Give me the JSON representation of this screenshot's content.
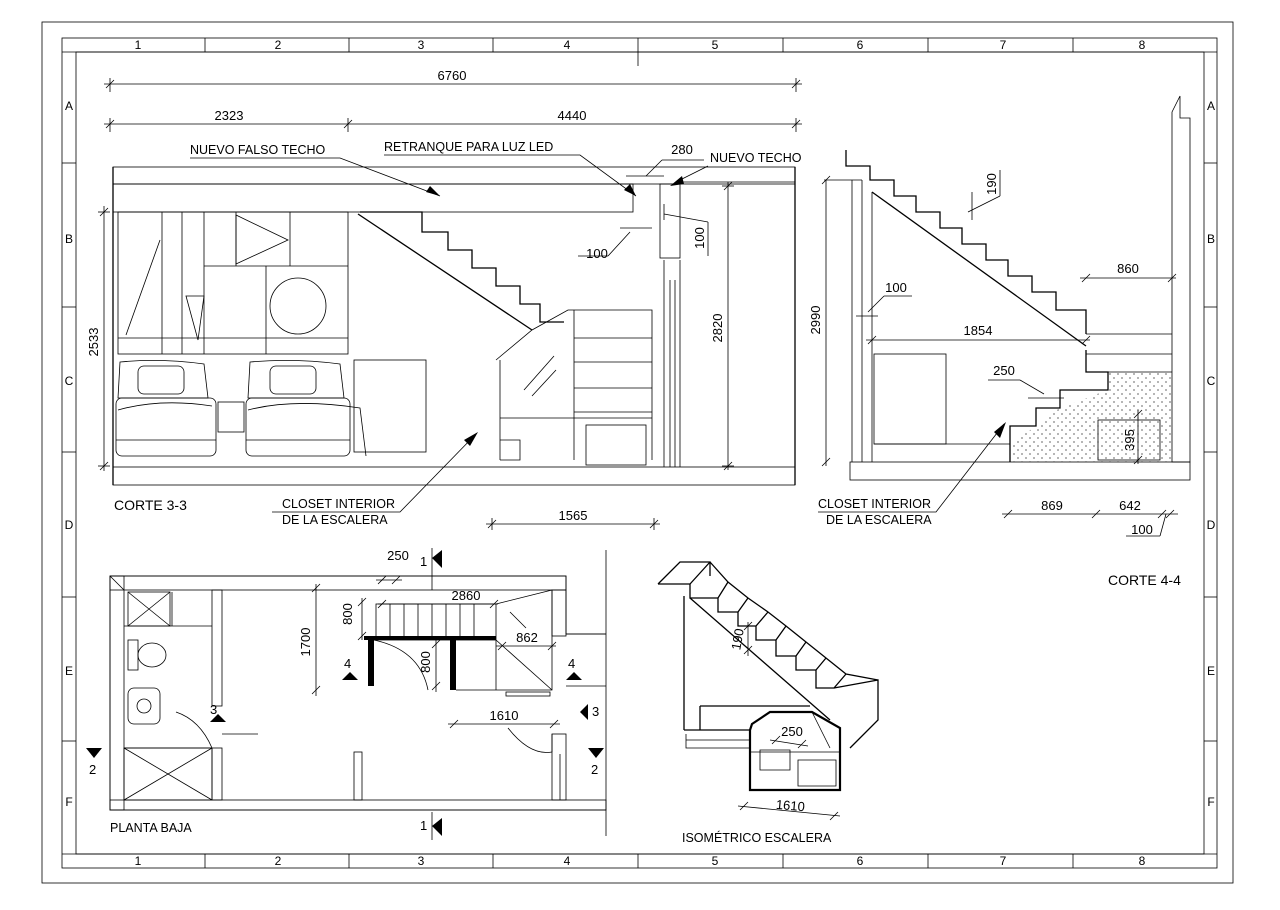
{
  "grid": {
    "columns": [
      "1",
      "2",
      "3",
      "4",
      "5",
      "6",
      "7",
      "8"
    ],
    "rows": [
      "A",
      "B",
      "C",
      "D",
      "E",
      "F"
    ]
  },
  "corte33": {
    "title": "CORTE 3-3",
    "dim_total": "6760",
    "dim_left": "2323",
    "dim_right": "4440",
    "dim_280": "280",
    "dim_100a": "100",
    "dim_100b": "100",
    "dim_height_left": "2533",
    "dim_height_right": "2820",
    "dim_bottom": "1565",
    "label_falso_techo": "NUEVO FALSO TECHO",
    "label_retranque": "RETRANQUE PARA LUZ LED",
    "label_nuevo_techo": "NUEVO TECHO",
    "label_closet_1": "CLOSET INTERIOR",
    "label_closet_2": "DE LA ESCALERA"
  },
  "corte44": {
    "title": "CORTE 4-4",
    "dim_190": "190",
    "dim_860": "860",
    "dim_100a": "100",
    "dim_2990": "2990",
    "dim_1854": "1854",
    "dim_250": "250",
    "dim_395": "395",
    "dim_869": "869",
    "dim_642": "642",
    "dim_100b": "100",
    "label_closet_1": "CLOSET INTERIOR",
    "label_closet_2": "DE LA ESCALERA"
  },
  "planta": {
    "title": "PLANTA BAJA",
    "dim_250": "250",
    "dim_2860": "2860",
    "dim_800a": "800",
    "dim_1700": "1700",
    "dim_862": "862",
    "dim_800b": "800",
    "dim_1610": "1610",
    "marker_1": "1",
    "marker_2": "2",
    "marker_3": "3",
    "marker_4": "4"
  },
  "isometrico": {
    "title": "ISOMÉTRICO ESCALERA",
    "dim_190": "190",
    "dim_250": "250",
    "dim_1610": "1610"
  }
}
